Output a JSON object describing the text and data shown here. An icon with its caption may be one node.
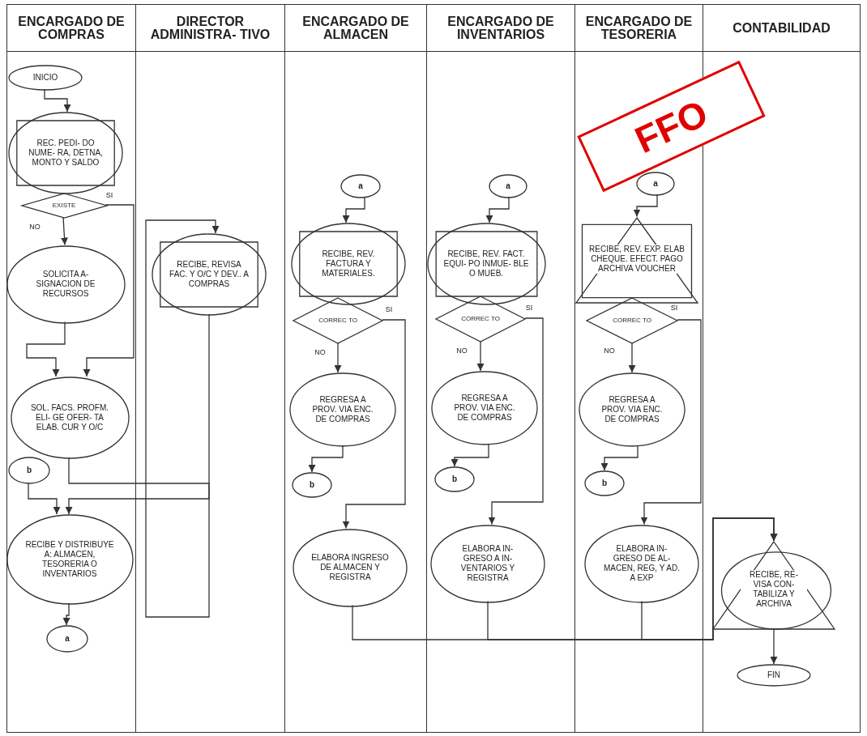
{
  "diagram": {
    "nodes": [
      {
        "text": [
          "ENCARGADO DE COMPRAS"
        ]
      },
      {
        "text": [
          "DIRECTOR ADMINISTRA- TIVO"
        ]
      },
      {
        "text": [
          "ENCARGADO DE ALMACEN"
        ]
      },
      {
        "text": [
          "ENCARGADO DE INVENTARIOS"
        ]
      },
      {
        "text": [
          "ENCARGADO DE TESORERIA"
        ]
      },
      {
        "text": [
          "CONTABILIDAD"
        ]
      },
      {
        "text": [
          "INICIO"
        ],
        "in": 0
      },
      {
        "text": [
          "REC. PEDI- DO NUME- RA, DETNA, MONTO Y SALDO"
        ],
        "in": 0
      },
      {
        "text": [
          "EXISTE"
        ],
        "in": 0
      },
      {
        "text": [
          "SOLICITA A- SIGNACION DE RECURSOS"
        ],
        "in": 0
      },
      {
        "text": [
          "SOL. FACS. PROFM. ELI- GE OFER- TA ELAB. CUR Y O/C"
        ],
        "in": 0
      },
      {
        "text": [
          "b"
        ],
        "in": 0
      },
      {
        "text": [
          "RECIBE Y DISTRIBUYE A: ALMACEN, TESORERIA O INVENTARIOS"
        ],
        "in": 0
      },
      {
        "text": [
          "a"
        ],
        "in": 0
      },
      {
        "text": [
          "RECIBE, REVISA FAC. Y O/C Y DEV.. A COMPRAS"
        ],
        "in": 1
      },
      {
        "text": [
          "a"
        ],
        "in": 2
      },
      {
        "text": [
          "RECIBE, REV. FACTURA Y MATERIALES."
        ],
        "in": 2
      },
      {
        "text": [
          "CORREC TO"
        ],
        "in": 2
      },
      {
        "text": [
          "REGRESA A PROV. VIA ENC. DE COMPRAS"
        ],
        "in": 2
      },
      {
        "text": [
          "b"
        ],
        "in": 2
      },
      {
        "text": [
          "ELABORA INGRESO DE ALMACEN Y REGISTRA"
        ],
        "in": 2
      },
      {
        "text": [
          "a"
        ],
        "in": 3
      },
      {
        "text": [
          "RECIBE, REV. FACT. EQUI- PO INMUE- BLE O MUEB."
        ],
        "in": 3
      },
      {
        "text": [
          "CORREC TO"
        ],
        "in": 3
      },
      {
        "text": [
          "REGRESA A PROV. VIA ENC. DE COMPRAS"
        ],
        "in": 3
      },
      {
        "text": [
          "b"
        ],
        "in": 3
      },
      {
        "text": [
          "ELABORA IN- GRESO A IN- VENTARIOS Y REGISTRA"
        ],
        "in": 3
      },
      {
        "text": [
          "a"
        ],
        "in": 4
      },
      {
        "text": [
          "RECIBE, REV. EXP. ELAB CHEQUE. EFECT. PAGO ARCHIVA VOUCHER"
        ],
        "in": 4
      },
      {
        "text": [
          "CORREC TO"
        ],
        "in": 4
      },
      {
        "text": [
          "REGRESA A PROV. VIA ENC. DE COMPRAS"
        ],
        "in": 4
      },
      {
        "text": [
          "b"
        ],
        "in": 4
      },
      {
        "text": [
          "ELABORA IN- GRESO DE AL- MACEN, REG, Y AD. A EXP"
        ],
        "in": 4
      },
      {
        "text": [
          "RECIBE, RE- VISA CON- TABILIZA Y ARCHIVA"
        ],
        "in": 5
      },
      {
        "text": [
          "FIN"
        ],
        "in": 5
      }
    ],
    "edges": [
      {
        "from": 6,
        "to": 7,
        "arrow": "to"
      },
      {
        "from": 8,
        "to": 9,
        "arrow": "to",
        "label": "NO"
      },
      {
        "from": 8,
        "to": 10,
        "arrow": "to",
        "label": "SI"
      },
      {
        "from": 9,
        "to": 10,
        "arrow": "to"
      },
      {
        "from": 10,
        "to": 14,
        "arrow": "to"
      },
      {
        "from": 14,
        "to": 12,
        "arrow": "to"
      },
      {
        "from": 11,
        "to": 12,
        "arrow": "to"
      },
      {
        "from": 12,
        "to": 13,
        "arrow": "to"
      },
      {
        "from": 15,
        "to": 16,
        "arrow": "to"
      },
      {
        "from": 17,
        "to": 18,
        "arrow": "to",
        "label": "NO"
      },
      {
        "from": 17,
        "to": 20,
        "arrow": "to",
        "label": "SI"
      },
      {
        "from": 18,
        "to": 19,
        "arrow": "to"
      },
      {
        "from": 20,
        "to": 33,
        "arrow": "to"
      },
      {
        "from": 21,
        "to": 22,
        "arrow": "to"
      },
      {
        "from": 23,
        "to": 24,
        "arrow": "to",
        "label": "NO"
      },
      {
        "from": 23,
        "to": 26,
        "arrow": "to",
        "label": "SI"
      },
      {
        "from": 24,
        "to": 25,
        "arrow": "to"
      },
      {
        "from": 26,
        "to": 33,
        "arrow": "to"
      },
      {
        "from": 27,
        "to": 28,
        "arrow": "to"
      },
      {
        "from": 29,
        "to": 30,
        "arrow": "to",
        "label": "NO"
      },
      {
        "from": 29,
        "to": 32,
        "arrow": "to",
        "label": "SI"
      },
      {
        "from": 30,
        "to": 31,
        "arrow": "to"
      },
      {
        "from": 32,
        "to": 33,
        "arrow": "to"
      },
      {
        "from": 33,
        "to": 34,
        "arrow": "to"
      }
    ],
    "labels": [
      "FFO"
    ]
  }
}
